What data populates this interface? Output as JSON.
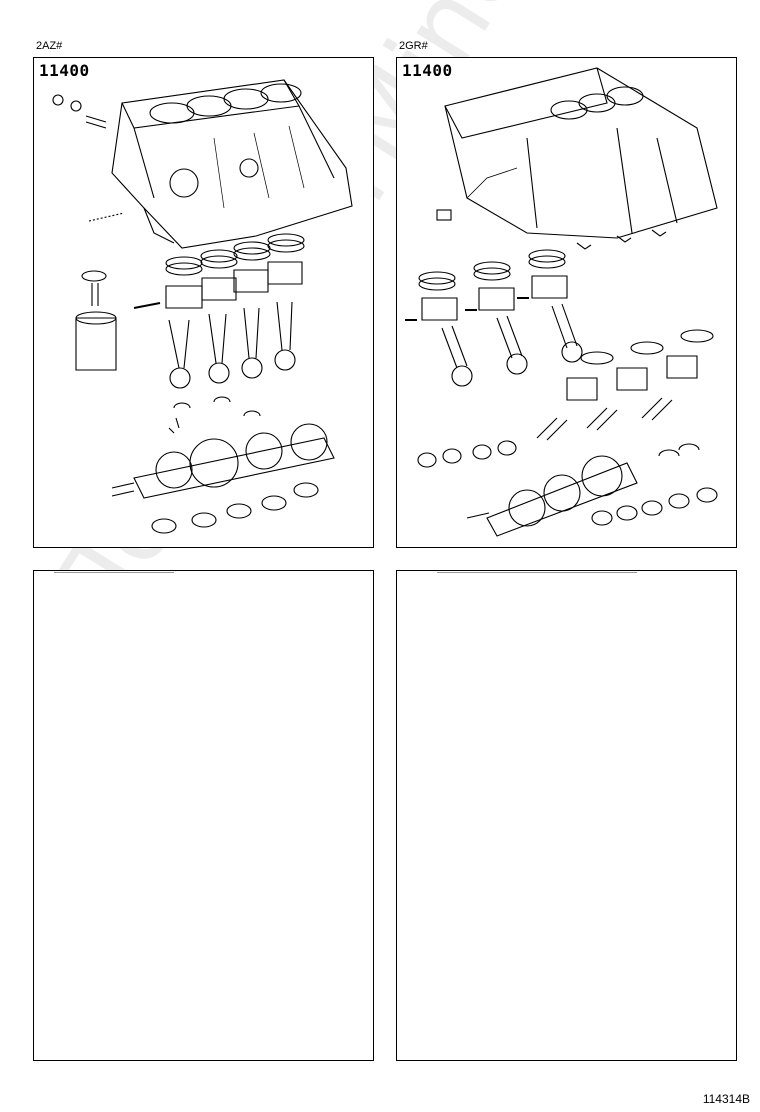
{
  "panels": [
    {
      "engine": "2AZ#",
      "part_number": "11400"
    },
    {
      "engine": "2GR#",
      "part_number": "11400"
    }
  ],
  "watermark": "ToyotaCarMine.ru",
  "sheet_code": "114314B"
}
